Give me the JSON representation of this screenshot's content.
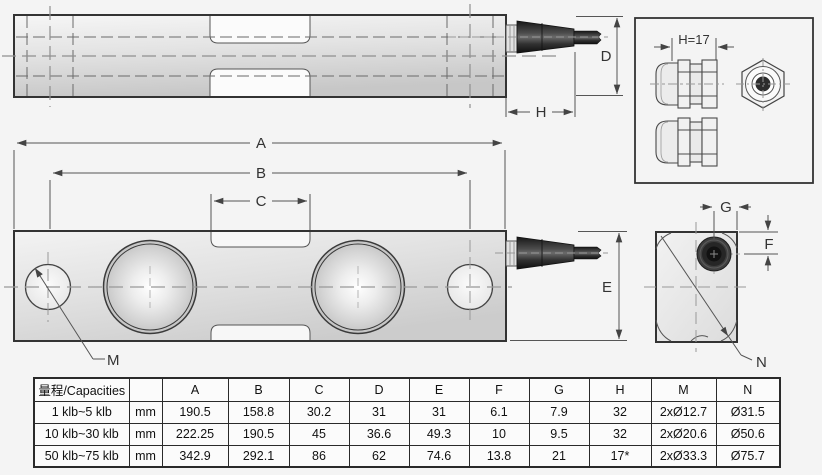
{
  "drawing": {
    "side_view": {
      "dim_d": "D",
      "dim_h": "H"
    },
    "detail_box": {
      "gland_width": "H=17"
    },
    "top_view": {
      "dim_a": "A",
      "dim_b": "B",
      "dim_c": "C",
      "dim_e": "E",
      "hole_label_m": "M"
    },
    "end_view": {
      "dim_g": "G",
      "dim_f": "F",
      "hole_label_n": "N"
    }
  },
  "table": {
    "header": [
      "量程/Capacities",
      "",
      "A",
      "B",
      "C",
      "D",
      "E",
      "F",
      "G",
      "H",
      "M",
      "N"
    ],
    "rows": [
      [
        "1 klb~5 klb",
        "mm",
        "190.5",
        "158.8",
        "30.2",
        "31",
        "31",
        "6.1",
        "7.9",
        "32",
        "2xØ12.7",
        "Ø31.5"
      ],
      [
        "10 klb~30 klb",
        "mm",
        "222.25",
        "190.5",
        "45",
        "36.6",
        "49.3",
        "10",
        "9.5",
        "32",
        "2xØ20.6",
        "Ø50.6"
      ],
      [
        "50 klb~75 klb",
        "mm",
        "342.9",
        "292.1",
        "86",
        "62",
        "74.6",
        "13.8",
        "21",
        "17*",
        "2xØ33.3",
        "Ø75.7"
      ]
    ]
  },
  "colors": {
    "background": "#f4f4f4",
    "outline": "#333333",
    "dimension": "#555555",
    "centerline": "#999999",
    "gland_dark": "#2b2b2b",
    "table_border": "#2a2a2a"
  }
}
